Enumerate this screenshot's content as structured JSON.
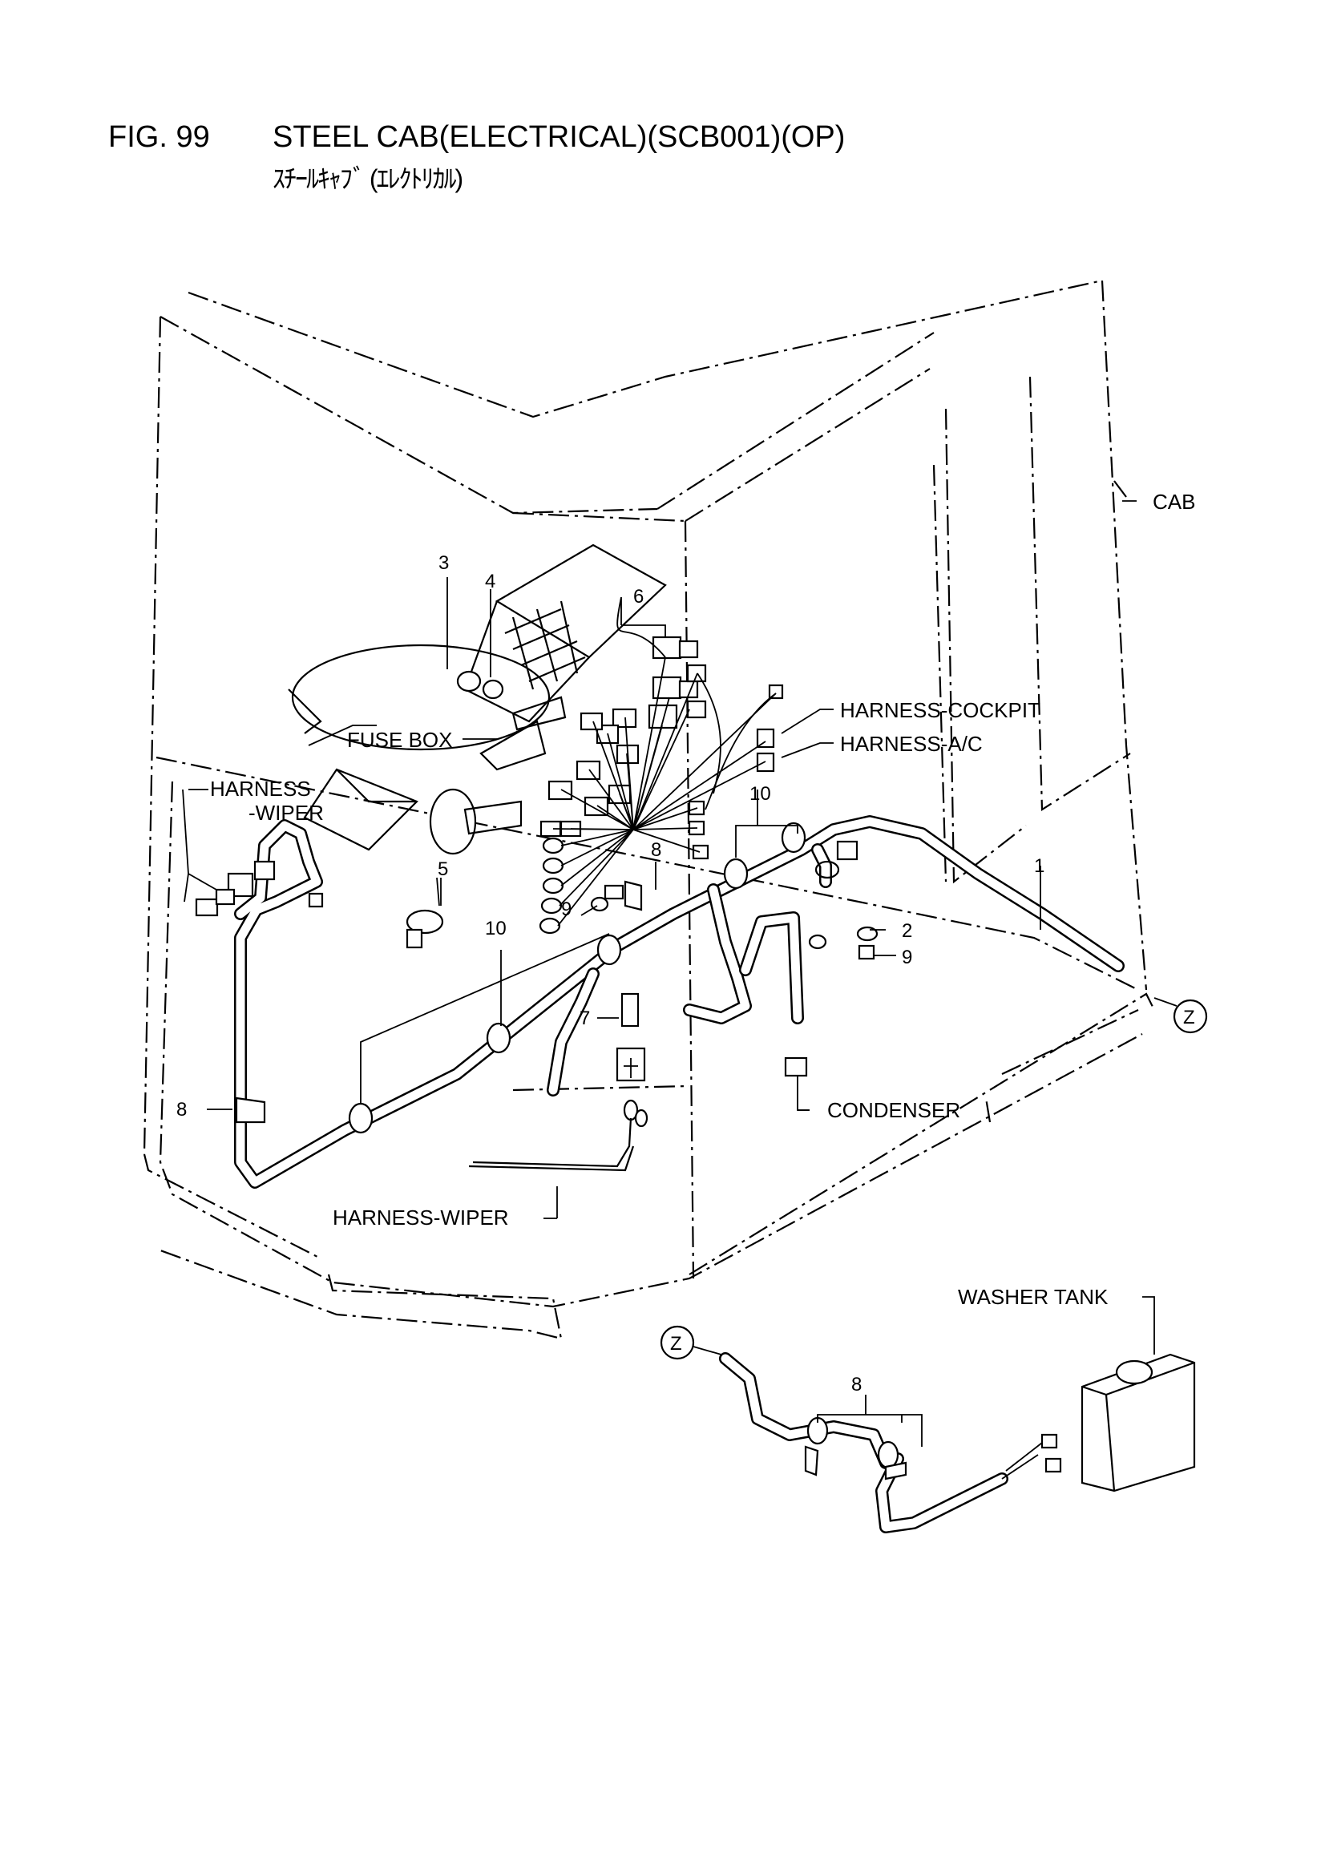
{
  "figure": {
    "number": "FIG. 99",
    "title": "STEEL CAB(ELECTRICAL)(SCB001)(OP)",
    "title_jp": "ｽﾁｰﾙｷｬﾌﾞ (ｴﾚｸﾄﾘｶﾙ)"
  },
  "labels": {
    "cab": "CAB",
    "harness_cockpit": "HARNESS-COCKPIT",
    "harness_ac": "HARNESS-A/C",
    "fuse_box": "FUSE BOX",
    "harness_wiper_left_1": "HARNESS",
    "harness_wiper_left_2": "-WIPER",
    "harness_wiper_bottom": "HARNESS-WIPER",
    "condenser": "CONDENSER",
    "washer_tank": "WASHER TANK",
    "detail_ref": "Z"
  },
  "callouts": {
    "p1": "1",
    "p2": "2",
    "p3": "3",
    "p4": "4",
    "p5": "5",
    "p6": "6",
    "p7": "7",
    "p8": "8",
    "p9": "9",
    "p10": "10"
  }
}
